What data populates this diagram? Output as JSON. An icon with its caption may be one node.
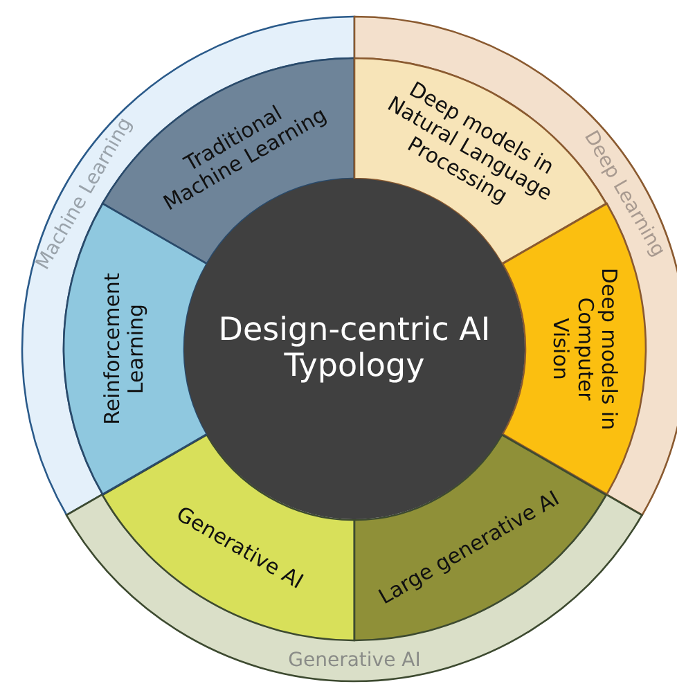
{
  "diagram": {
    "nodes": [
      {
        "text": [
          "Design-centric AI Typology"
        ]
      },
      {
        "text": [
          "Machine Learning"
        ]
      },
      {
        "text": [
          "Deep Learning"
        ]
      },
      {
        "text": [
          "Generative AI"
        ]
      },
      {
        "text": [
          "Traditional Machine Learning"
        ]
      },
      {
        "text": [
          "Deep models in Natural Language Processing"
        ]
      },
      {
        "text": [
          "Deep models in Computer Vision"
        ]
      },
      {
        "text": [
          "Large generative AI"
        ]
      },
      {
        "text": [
          "Generative AI"
        ]
      },
      {
        "text": [
          "Reinforcement Learning"
        ]
      }
    ]
  }
}
